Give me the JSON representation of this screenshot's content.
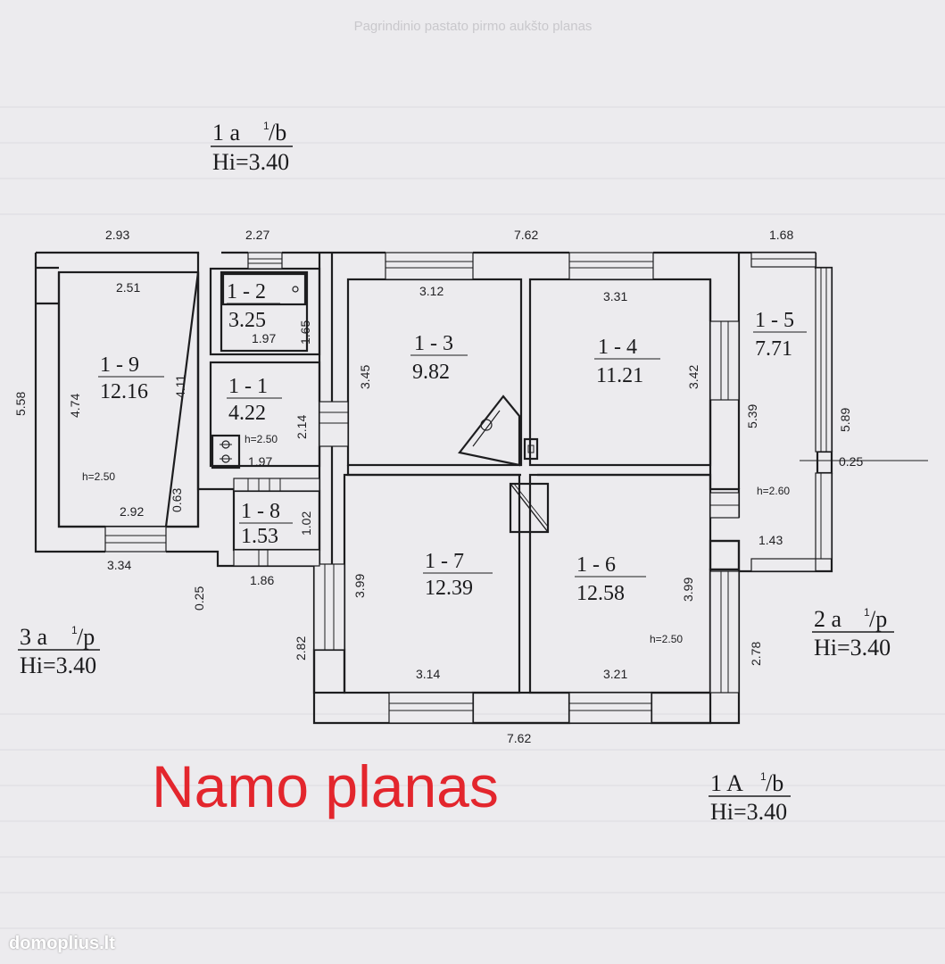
{
  "page_header_faint": "Pagrindinio pastato pirmo aukšto planas",
  "marks": {
    "top_left": {
      "code": "1 a",
      "sup": "1",
      "suffix": "/b",
      "height": "Hi=3.40"
    },
    "right": {
      "code": "2 a",
      "sup": "1",
      "suffix": "/p",
      "height": "Hi=3.40"
    },
    "left": {
      "code": "3 a",
      "sup": "1",
      "suffix": "/p",
      "height": "Hi=3.40"
    },
    "bottom": {
      "code": "1 A",
      "sup": "1",
      "suffix": "/b",
      "height": "Hi=3.40"
    }
  },
  "rooms": {
    "r12": {
      "id": "1 - 2",
      "area": "3.25"
    },
    "r11": {
      "id": "1 - 1",
      "area": "4.22"
    },
    "r19": {
      "id": "1 - 9",
      "area": "12.16"
    },
    "r18": {
      "id": "1 - 8",
      "area": "1.53"
    },
    "r13": {
      "id": "1 - 3",
      "area": "9.82"
    },
    "r14": {
      "id": "1 - 4",
      "area": "11.21"
    },
    "r15": {
      "id": "1 - 5",
      "area": "7.71"
    },
    "r17": {
      "id": "1 - 7",
      "area": "12.39"
    },
    "r16": {
      "id": "1 - 6",
      "area": "12.58"
    }
  },
  "heights": {
    "h11": "h=2.50",
    "h19": "h=2.50",
    "h15": "h=2.60",
    "h16": "h=2.50"
  },
  "dims": {
    "top_293": "2.93",
    "top_227": "2.27",
    "top_762": "7.62",
    "top_168": "1.68",
    "r19_251": "2.51",
    "r13_312": "3.12",
    "r14_331": "3.31",
    "r12_197": "1.97",
    "r12_165": "1.65",
    "r19_474": "4.74",
    "r19_411": "4.11",
    "left_558": "5.58",
    "r13_345": "3.45",
    "r14_342": "3.42",
    "r11_214": "2.14",
    "r11_197": "1.97",
    "r14_539": "5.39",
    "r15_589": "5.89",
    "r15_025": "0.25",
    "r19_063": "0.63",
    "r19_292": "2.92",
    "r18_102": "1.02",
    "r15_143": "1.43",
    "bot_334": "3.34",
    "bot_186": "1.86",
    "bot_025": "0.25",
    "r17_399": "3.99",
    "r16_399": "3.99",
    "r17_282": "2.82",
    "r16_278": "2.78",
    "r17_314": "3.14",
    "r16_321": "3.21",
    "bot_762": "7.62"
  },
  "caption": "Namo planas",
  "watermark": "domoplius.lt"
}
